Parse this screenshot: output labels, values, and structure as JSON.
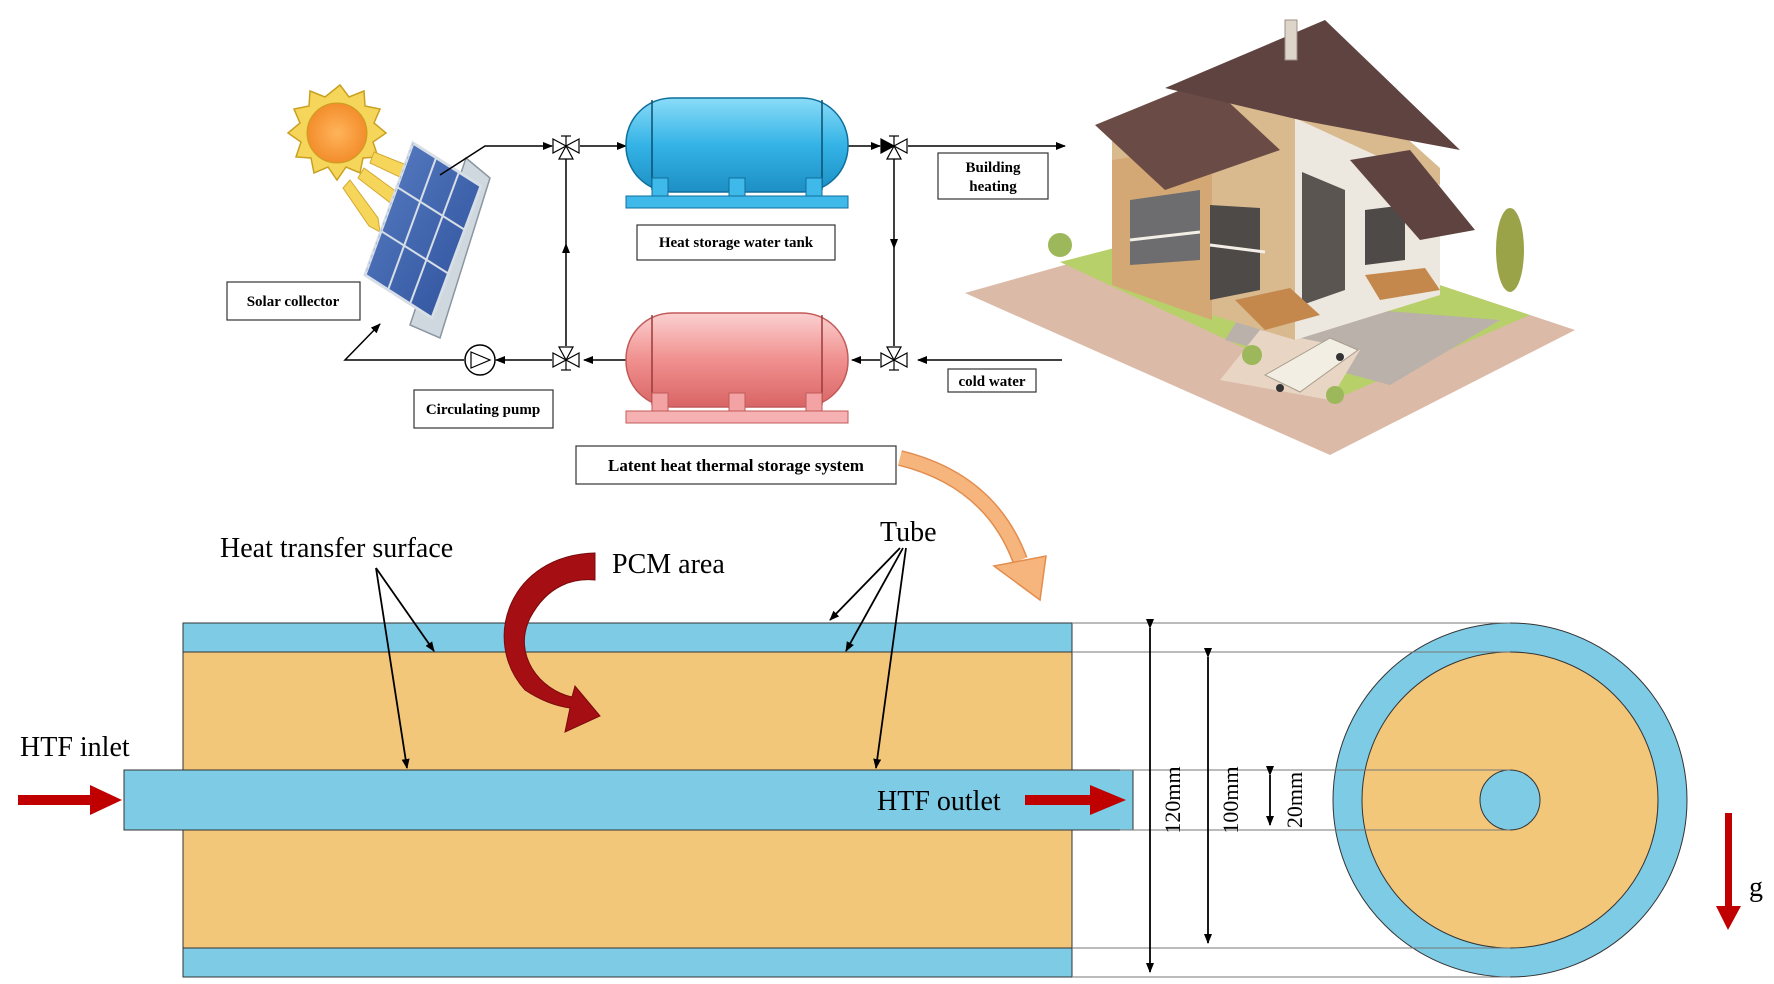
{
  "system": {
    "solar_collector": "Solar collector",
    "circulating_pump": "Circulating pump",
    "heat_storage_tank": "Heat storage water tank",
    "building_heating_line1": "Building",
    "building_heating_line2": "heating",
    "cold_water": "cold water",
    "lhtss": "Latent heat thermal storage system"
  },
  "tube": {
    "heat_transfer_surface": "Heat transfer  surface",
    "pcm_area": "PCM area",
    "tube": "Tube",
    "htf_inlet": "HTF inlet",
    "htf_outlet": "HTF outlet",
    "dim_120": "120mm",
    "dim_100": "100mm",
    "dim_20": "20mm",
    "gravity": "g"
  },
  "colors": {
    "tube_blue": "#7ecbe6",
    "pcm_orange": "#f2c77a",
    "tank_blue": "#3fb8ea",
    "tank_red": "#f08f8f",
    "arrow_red": "#c00000",
    "curved_arrow": "#a50e12",
    "callout_arrow": "#f6b57d"
  }
}
